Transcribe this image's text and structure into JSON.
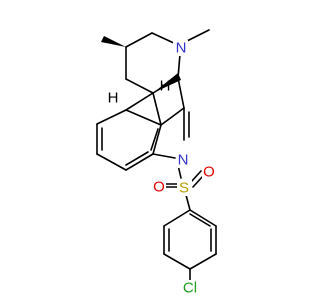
{
  "colors": {
    "background": "#ffffff",
    "bond": "#000000",
    "carbon": "#000000",
    "nitrogen": "#3333cc",
    "sulfur": "#b8a000",
    "oxygen": "#e00000",
    "chlorine": "#1f9f1f"
  },
  "atom_labels": {
    "n_amine": "N",
    "h_top": "H",
    "h_bottom": "H",
    "n_indole": "N",
    "sulfur": "S",
    "oxygen_left": "O",
    "oxygen_right": "O",
    "chlorine": "Cl"
  }
}
